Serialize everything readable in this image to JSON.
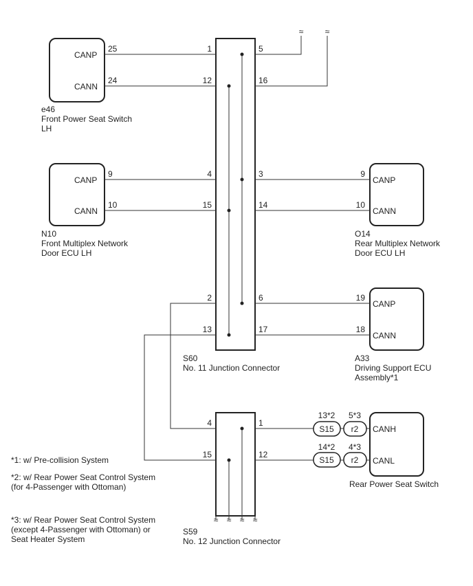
{
  "components": {
    "e46": {
      "code": "e46",
      "name_l1": "Front Power Seat Switch",
      "name_l2": "LH",
      "sig1": "CANP",
      "sig2": "CANN",
      "pin1": "25",
      "pin2": "24"
    },
    "n10": {
      "code": "N10",
      "name_l1": "Front Multiplex Network",
      "name_l2": "Door ECU LH",
      "sig1": "CANP",
      "sig2": "CANN",
      "pin1": "9",
      "pin2": "10"
    },
    "o14": {
      "code": "O14",
      "name_l1": "Rear Multiplex Network",
      "name_l2": "Door ECU LH",
      "sig1": "CANP",
      "sig2": "CANN",
      "pin1": "9",
      "pin2": "10"
    },
    "a33": {
      "code": "A33",
      "name_l1": "Driving Support ECU",
      "name_l2": "Assembly*1",
      "sig1": "CANP",
      "sig2": "CANN",
      "pin1": "19",
      "pin2": "18"
    },
    "rear_switch": {
      "name": "Rear Power Seat Switch",
      "sig1": "CANH",
      "sig2": "CANL"
    }
  },
  "s60": {
    "code": "S60",
    "name": "No. 11 Junction Connector",
    "left_pins": [
      "1",
      "12",
      "4",
      "15",
      "2",
      "13"
    ],
    "right_pins": [
      "5",
      "16",
      "3",
      "14",
      "6",
      "17"
    ]
  },
  "s59": {
    "code": "S59",
    "name": "No. 12 Junction Connector",
    "left_pins": [
      "4",
      "15"
    ],
    "right_pins": [
      "1",
      "12"
    ]
  },
  "inline_connectors": {
    "s15": "S15",
    "r2": "r2",
    "s15_pin_top": "13*2",
    "s15_pin_bottom": "14*2",
    "r2_pin_top": "5*3",
    "r2_pin_bottom": "4*3"
  },
  "notes": {
    "n1": "*1: w/ Pre-collision System",
    "n2_l1": "*2: w/ Rear Power Seat Control System",
    "n2_l2": "(for 4-Passenger with Ottoman)",
    "n3_l1": "*3: w/ Rear Power Seat Control System",
    "n3_l2": "(except 4-Passenger with Ottoman) or",
    "n3_l3": "Seat Heater System"
  },
  "break_symbol": "≈"
}
